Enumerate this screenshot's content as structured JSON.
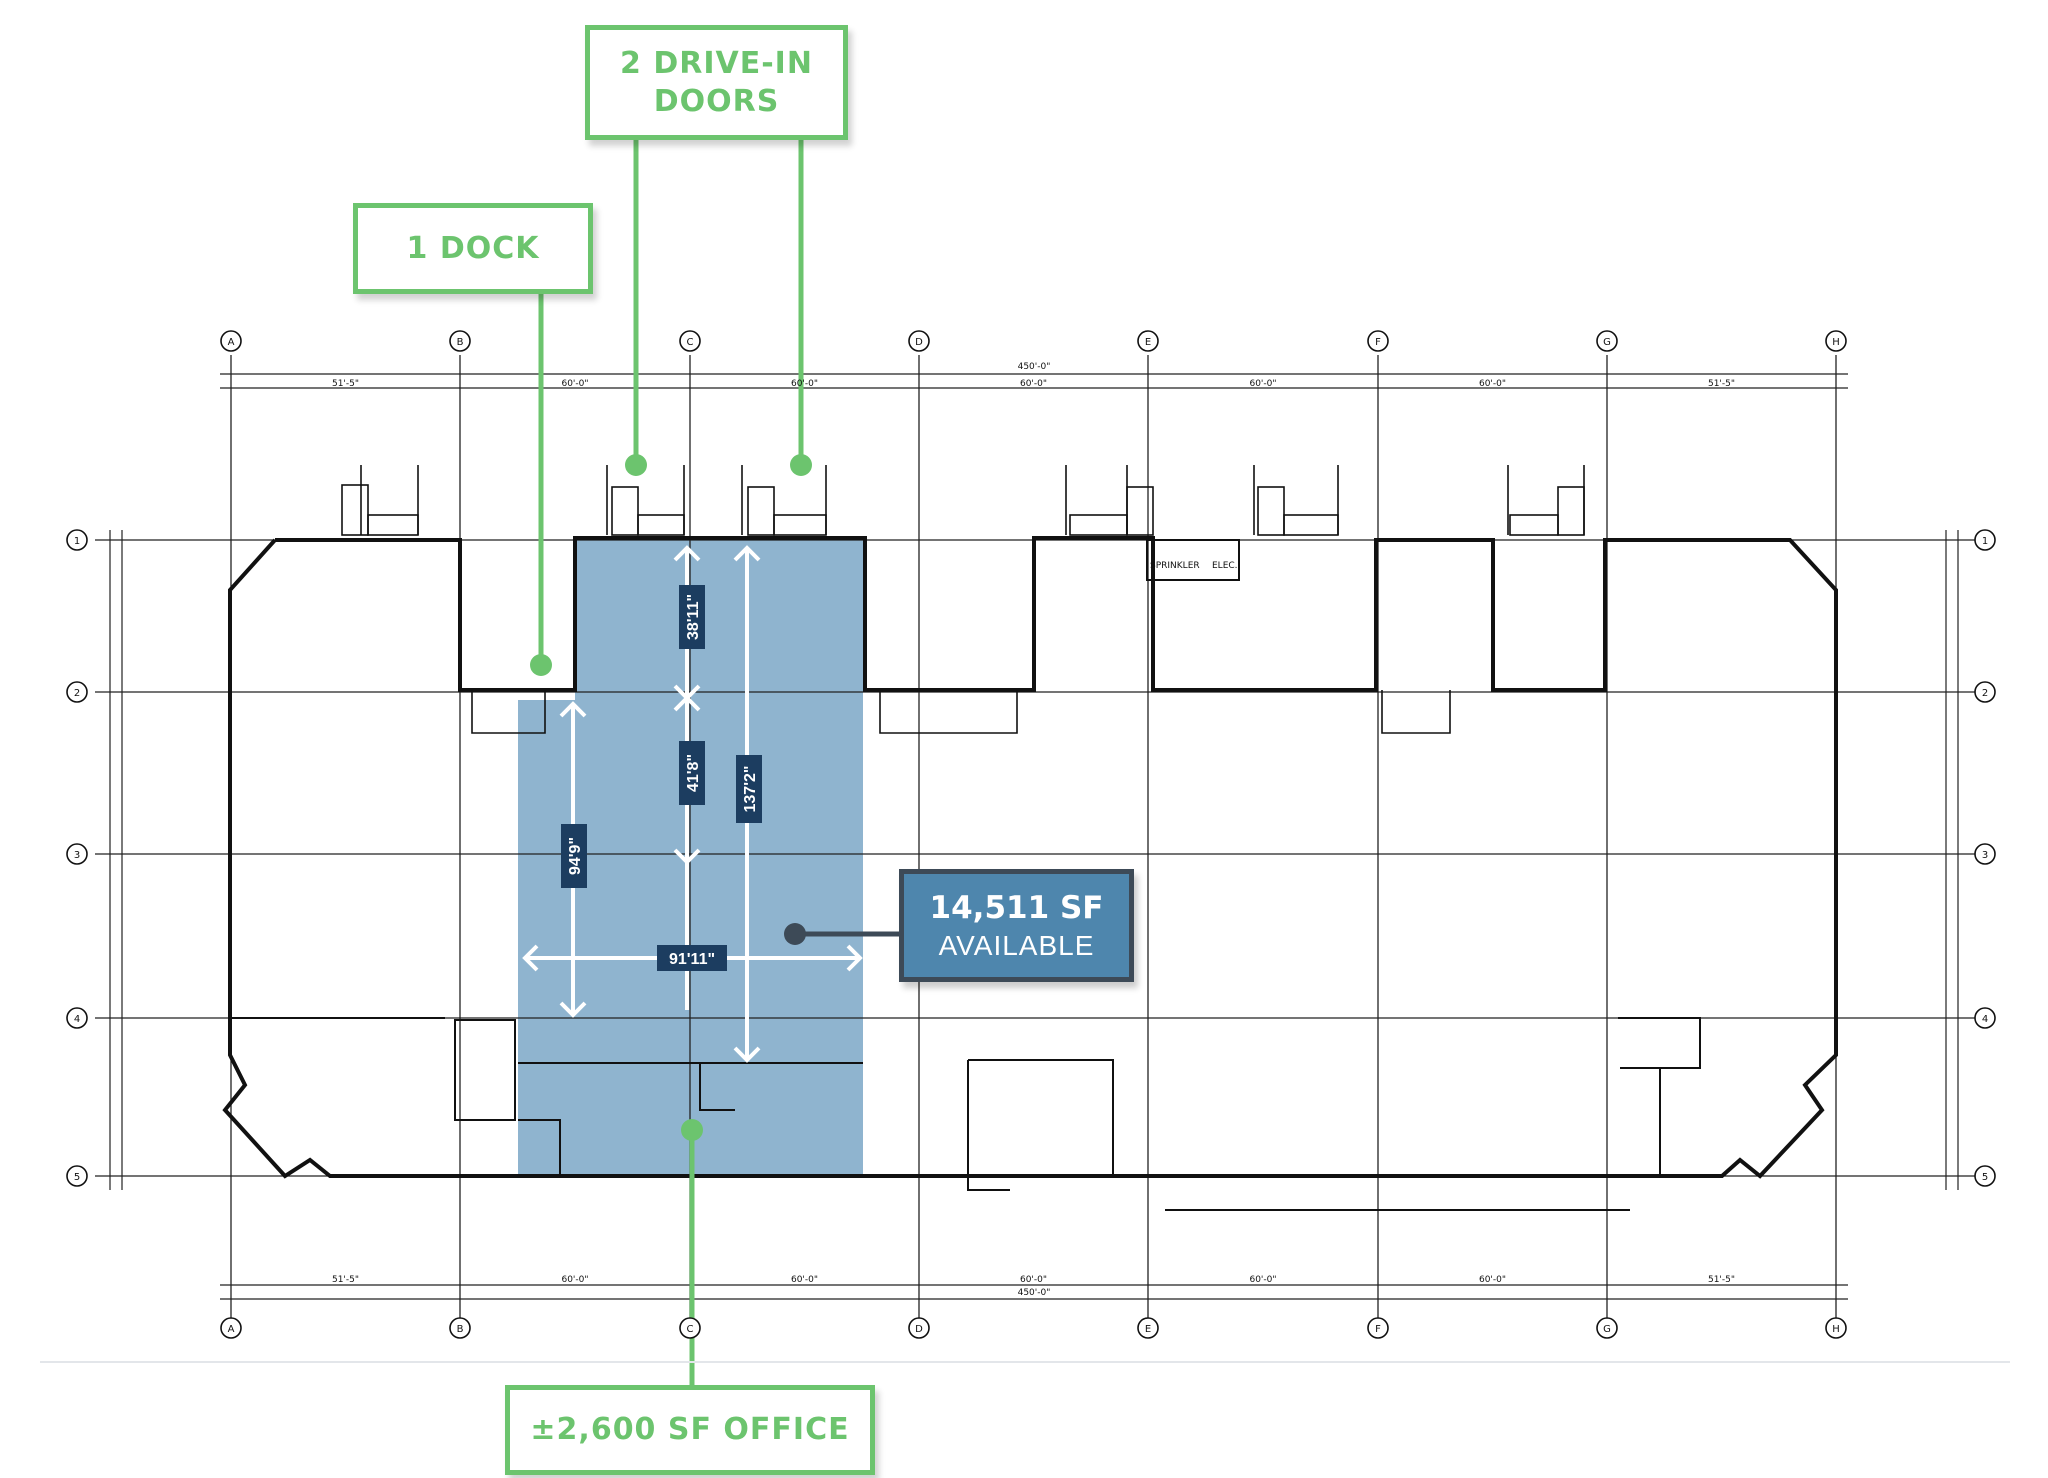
{
  "callouts": {
    "drive_in": "2 DRIVE-IN DOORS",
    "dock": "1 DOCK",
    "office": "±2,600 SF OFFICE"
  },
  "suite": {
    "area": "14,511 SF",
    "status": "AVAILABLE"
  },
  "dimensions": {
    "north_depth": "38'11\"",
    "mid_depth": "41'8\"",
    "total_depth": "137'2\"",
    "west_depth": "94'9\"",
    "width": "91'11\""
  },
  "room_labels": {
    "sprinkler": "SPRINKLER",
    "elec": "ELEC."
  },
  "grid": {
    "columns": [
      "A",
      "B",
      "C",
      "D",
      "E",
      "F",
      "G",
      "H"
    ],
    "rows": [
      "1",
      "2",
      "3",
      "4",
      "5"
    ]
  },
  "grid_dimensions": {
    "overall": "450'-0\"",
    "top_bays": [
      "51'-5\"",
      "60'-0\"",
      "60'-0\"",
      "60'-0\"",
      "60'-0\"",
      "60'-0\"",
      "51'-5\""
    ],
    "bottom_bays": [
      "51'-5\"",
      "60'-0\"",
      "60'-0\"",
      "60'-0\"",
      "60'-0\"",
      "60'-0\"",
      "51'-5\""
    ]
  },
  "colors": {
    "callout_green": "#6cc46e",
    "highlight_blue": "#8fb4cf",
    "badge_navy": "#1c3d60",
    "available_blue": "#4e86ad"
  }
}
